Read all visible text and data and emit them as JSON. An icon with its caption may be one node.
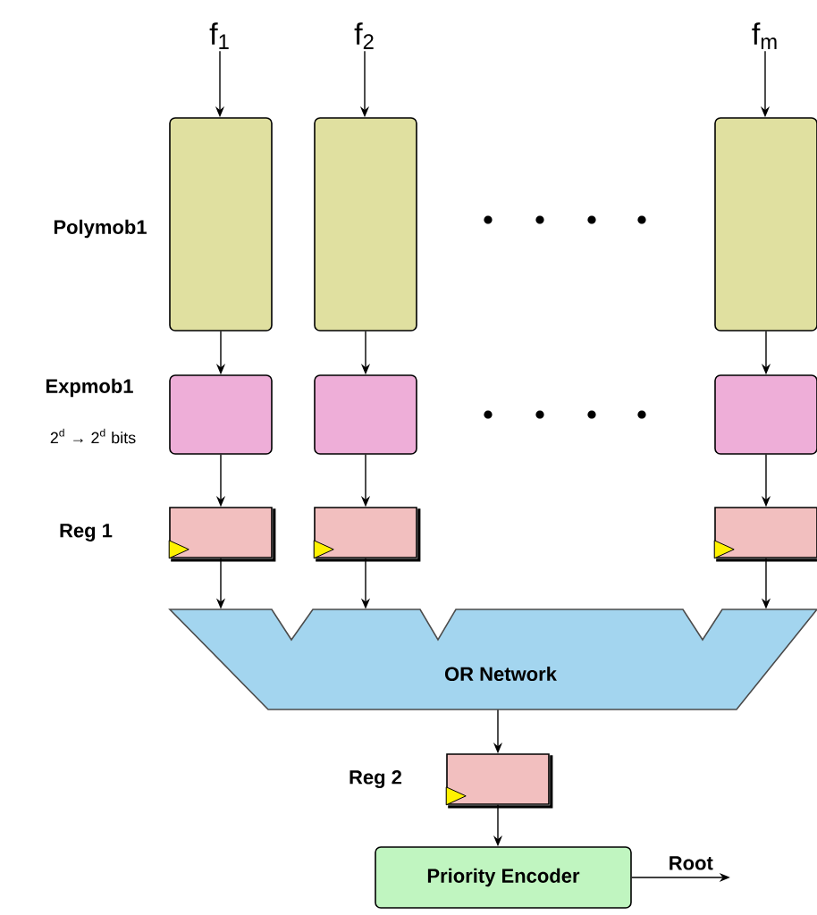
{
  "diagram": {
    "nodes": [
      {
        "text": [
          "f$_{1}$"
        ]
      },
      {
        "text": [
          "f$_{2}$"
        ]
      },
      {
        "text": [
          "f$_{m}$"
        ]
      },
      {
        "text": [],
        "shape": "box"
      },
      {
        "text": [],
        "shape": "box"
      },
      {
        "text": [],
        "shape": "box"
      },
      {
        "text": [],
        "shape": "box"
      },
      {
        "text": [],
        "shape": "box"
      },
      {
        "text": [],
        "shape": "box"
      },
      {
        "text": [],
        "shape": "box"
      },
      {
        "text": [],
        "shape": "box"
      },
      {
        "text": [],
        "shape": "box"
      },
      {
        "text": [
          "OR Network"
        ]
      },
      {
        "text": [],
        "shape": "box"
      },
      {
        "text": [
          "Priority Encoder"
        ]
      }
    ],
    "edges": [
      {
        "from": 0,
        "to": 3,
        "arrow": "to"
      },
      {
        "from": 1,
        "to": 4,
        "arrow": "to"
      },
      {
        "from": 2,
        "to": 5,
        "arrow": "to"
      },
      {
        "from": 3,
        "to": 6,
        "arrow": "to"
      },
      {
        "from": 4,
        "to": 7,
        "arrow": "to"
      },
      {
        "from": 5,
        "to": 8,
        "arrow": "to"
      },
      {
        "from": 6,
        "to": 9,
        "arrow": "to"
      },
      {
        "from": 7,
        "to": 10,
        "arrow": "to"
      },
      {
        "from": 8,
        "to": 11,
        "arrow": "to"
      },
      {
        "from": 9,
        "to": 12,
        "arrow": "to"
      },
      {
        "from": 10,
        "to": 12,
        "arrow": "to"
      },
      {
        "from": 11,
        "to": 12,
        "arrow": "to"
      },
      {
        "from": 12,
        "to": 13,
        "arrow": "to"
      },
      {
        "from": 13,
        "to": 14,
        "arrow": "to"
      },
      {
        "from": 14,
        "to": null,
        "arrow": "to",
        "label": "Root"
      }
    ],
    "labels": [
      "Polymob1",
      "Expmob1",
      "2$^{d}$ → 2$^{d}$ bits",
      "Reg 1",
      "Reg 2"
    ]
  }
}
